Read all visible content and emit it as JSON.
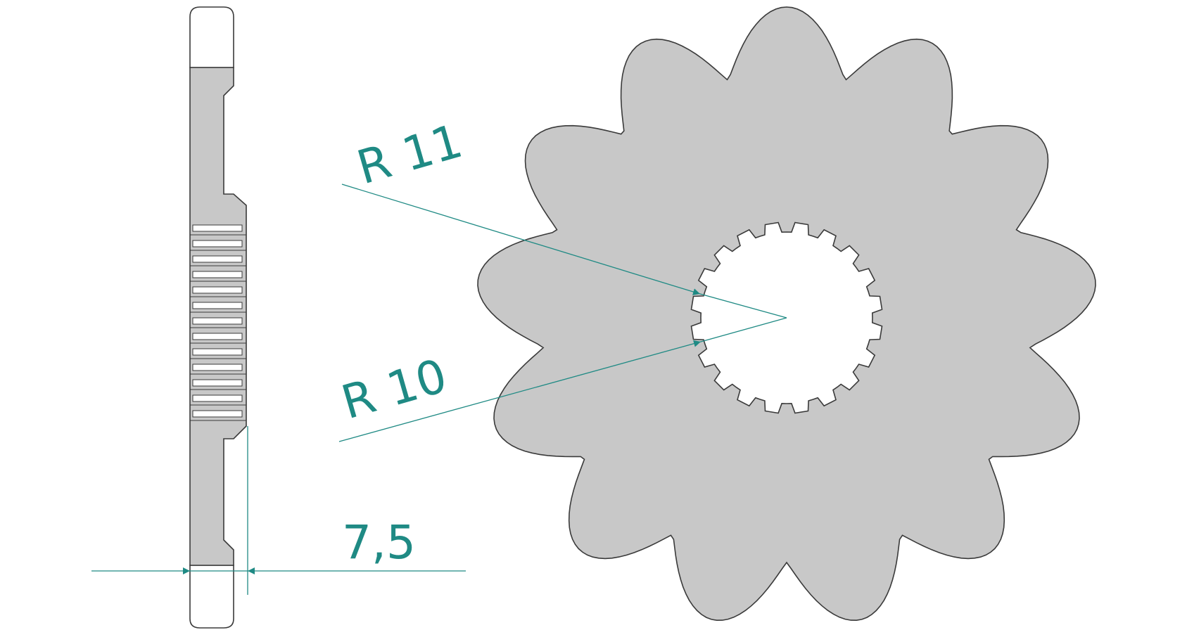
{
  "drawing": {
    "sprocket_teeth": 13,
    "spline_teeth": 20,
    "colors": {
      "fill": "#c8c8c8",
      "outline": "#3a3a3a",
      "dimension": "#1f8a84",
      "background": "#ffffff"
    },
    "dimensions": {
      "outer_radius": {
        "label": "R 11"
      },
      "inner_radius": {
        "label": "R 10"
      },
      "thickness": {
        "label": "7,5"
      }
    }
  }
}
